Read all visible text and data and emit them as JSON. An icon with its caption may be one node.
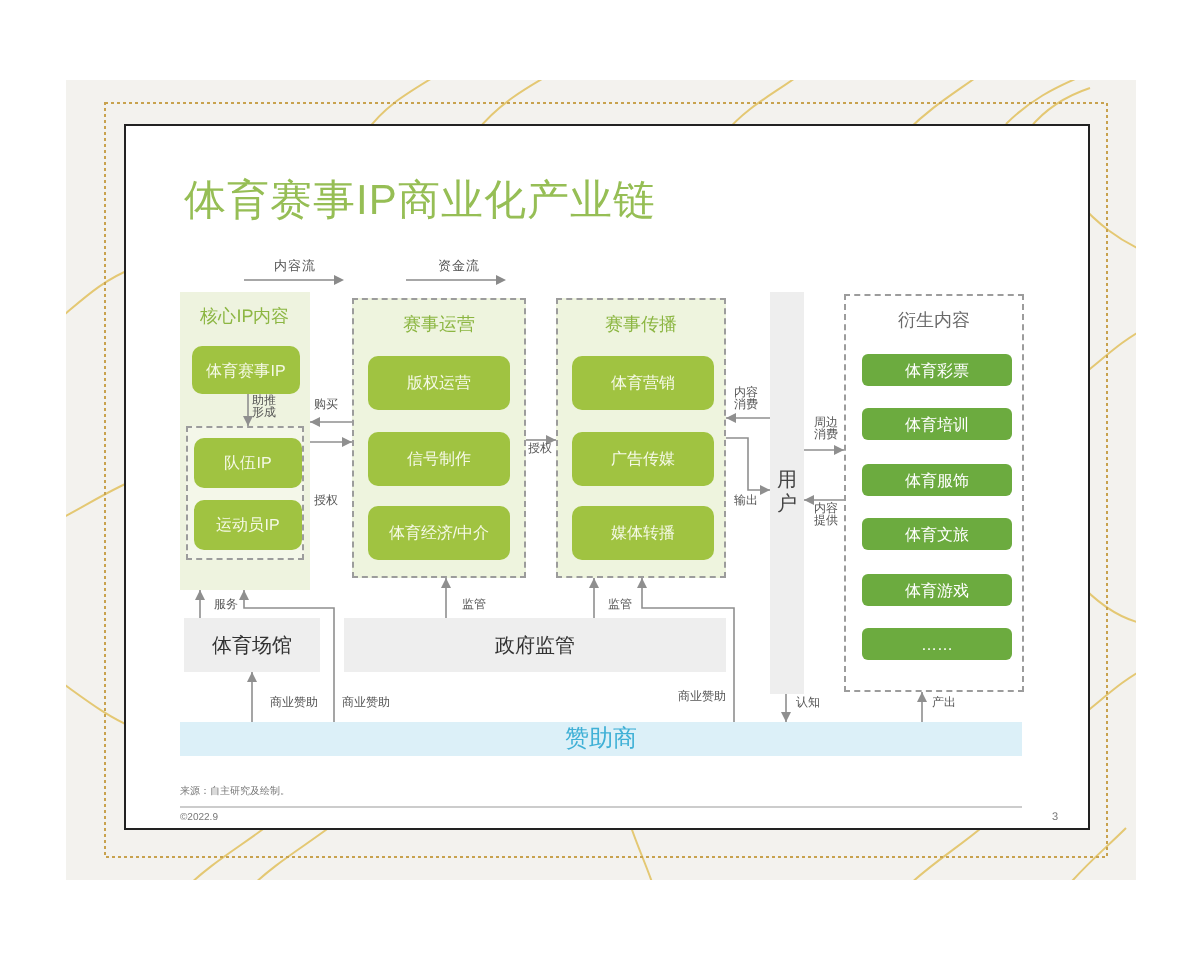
{
  "diagram": {
    "title": "体育赛事IP商业化产业链",
    "nodes": [
      {
        "text": [
          "核心IP内容"
        ]
      },
      {
        "text": [
          "体育赛事IP"
        ],
        "in": 0
      },
      {
        "text": [],
        "shape": "box",
        "in": 0
      },
      {
        "text": [
          "队伍IP"
        ],
        "in": 2
      },
      {
        "text": [
          "运动员IP"
        ],
        "in": 2
      },
      {
        "text": [
          "赛事运营"
        ]
      },
      {
        "text": [
          "版权运营"
        ],
        "in": 5
      },
      {
        "text": [
          "信号制作"
        ],
        "in": 5
      },
      {
        "text": [
          "体育经济/中介"
        ],
        "in": 5
      },
      {
        "text": [
          "赛事传播"
        ]
      },
      {
        "text": [
          "体育营销"
        ],
        "in": 9
      },
      {
        "text": [
          "广告传媒"
        ],
        "in": 9
      },
      {
        "text": [
          "媒体转播"
        ],
        "in": 9
      },
      {
        "text": [
          "用户"
        ]
      },
      {
        "text": [
          "衍生内容"
        ]
      },
      {
        "text": [
          "体育彩票"
        ],
        "in": 14
      },
      {
        "text": [
          "体育培训"
        ],
        "in": 14
      },
      {
        "text": [
          "体育服饰"
        ],
        "in": 14
      },
      {
        "text": [
          "体育文旅"
        ],
        "in": 14
      },
      {
        "text": [
          "体育游戏"
        ],
        "in": 14
      },
      {
        "text": [
          "……"
        ],
        "in": 14
      },
      {
        "text": [
          "体育场馆"
        ]
      },
      {
        "text": [
          "政府监管"
        ]
      },
      {
        "text": [
          "赞助商"
        ]
      }
    ],
    "edges": [
      {
        "from": 1,
        "to": 2,
        "arrow": "to",
        "label": "助推形成"
      },
      {
        "from": 5,
        "to": 0,
        "arrow": "to",
        "label": "购买"
      },
      {
        "from": 0,
        "to": 5,
        "arrow": "to",
        "label": "授权"
      },
      {
        "from": 5,
        "to": 9,
        "arrow": "to",
        "label": "授权"
      },
      {
        "from": 13,
        "to": 9,
        "arrow": "to",
        "label": "内容消费"
      },
      {
        "from": 9,
        "to": 13,
        "arrow": "to",
        "label": "输出"
      },
      {
        "from": 13,
        "to": 14,
        "arrow": "to",
        "label": "周边消费"
      },
      {
        "from": 14,
        "to": 13,
        "arrow": "to",
        "label": "内容提供"
      },
      {
        "from": 13,
        "to": 23,
        "arrow": "to",
        "label": "认知"
      },
      {
        "from": 23,
        "to": 14,
        "arrow": "to",
        "label": "产出"
      },
      {
        "from": 21,
        "to": 0,
        "arrow": "to",
        "label": "服务"
      },
      {
        "from": 23,
        "to": 0,
        "arrow": "to",
        "label": "商业赞助"
      },
      {
        "from": 23,
        "to": 21,
        "arrow": "to",
        "label": "商业赞助"
      },
      {
        "from": 22,
        "to": 5,
        "arrow": "to",
        "label": "监管"
      },
      {
        "from": 22,
        "to": 9,
        "arrow": "to",
        "label": "监管"
      },
      {
        "from": 23,
        "to": 9,
        "arrow": "to",
        "label": "商业赞助"
      }
    ],
    "labels": [
      "来源：自主研究及绘制。",
      "©2022.9",
      "3"
    ],
    "legend": [
      {
        "text": "内容流"
      },
      {
        "text": "资金流"
      }
    ]
  }
}
